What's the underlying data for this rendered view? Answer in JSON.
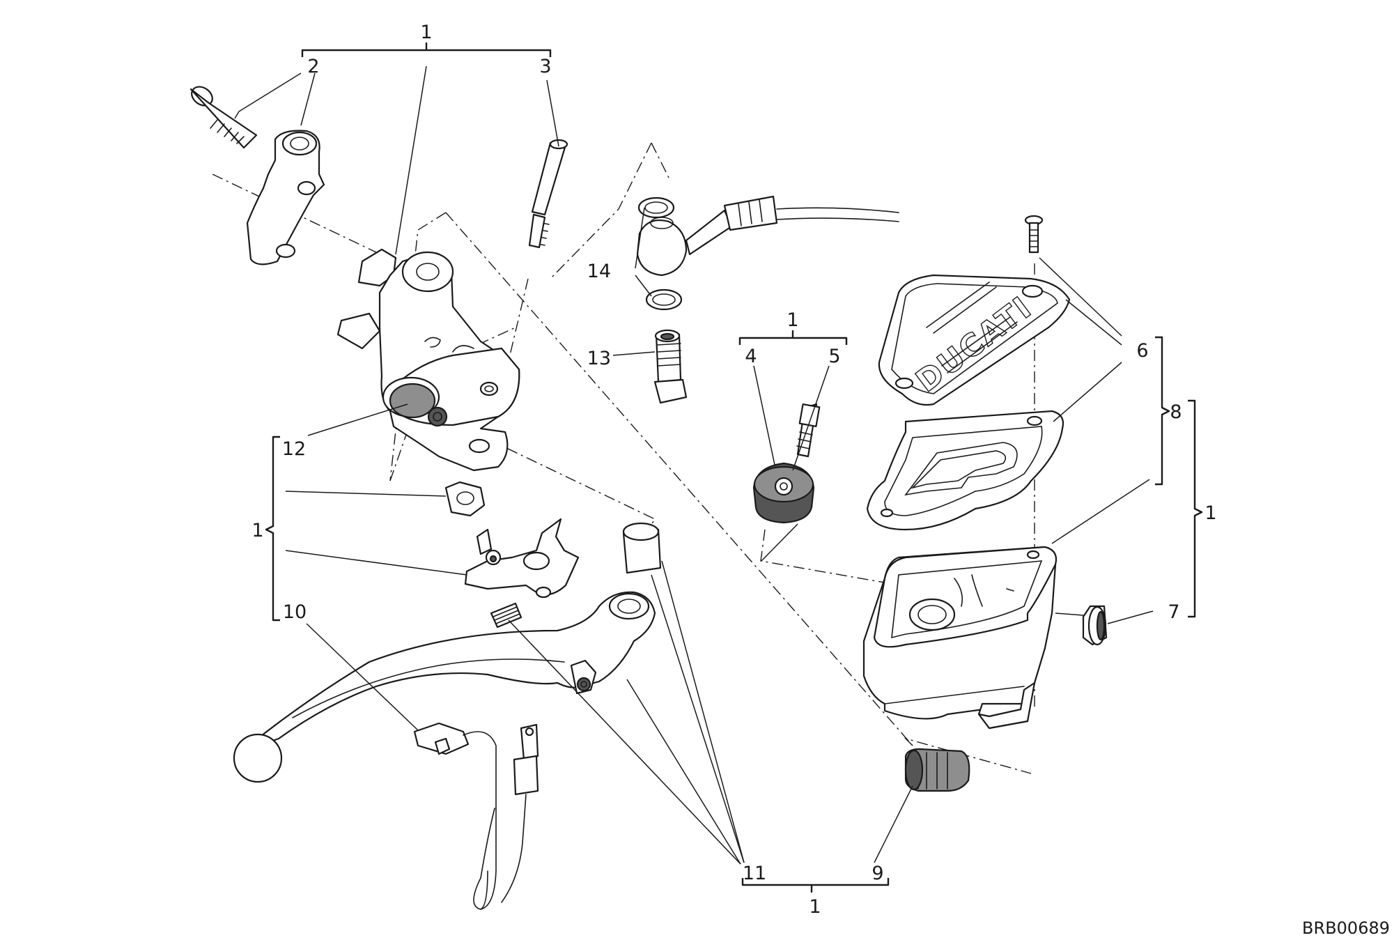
{
  "callouts": {
    "c1_top": "1",
    "c2": "2",
    "c3": "3",
    "c14": "14",
    "c13": "13",
    "c1_mid": "1",
    "c4": "4",
    "c5": "5",
    "c6a": "6",
    "c6b": "6",
    "c8": "8",
    "c1_right": "1",
    "c7": "7",
    "c12": "12",
    "c1_left": "1",
    "c10": "10",
    "c11": "11",
    "c9": "9",
    "c1_bottom": "1"
  },
  "reservoir_cap_logo": "DUCATI",
  "drawing_code": "BRB00689"
}
